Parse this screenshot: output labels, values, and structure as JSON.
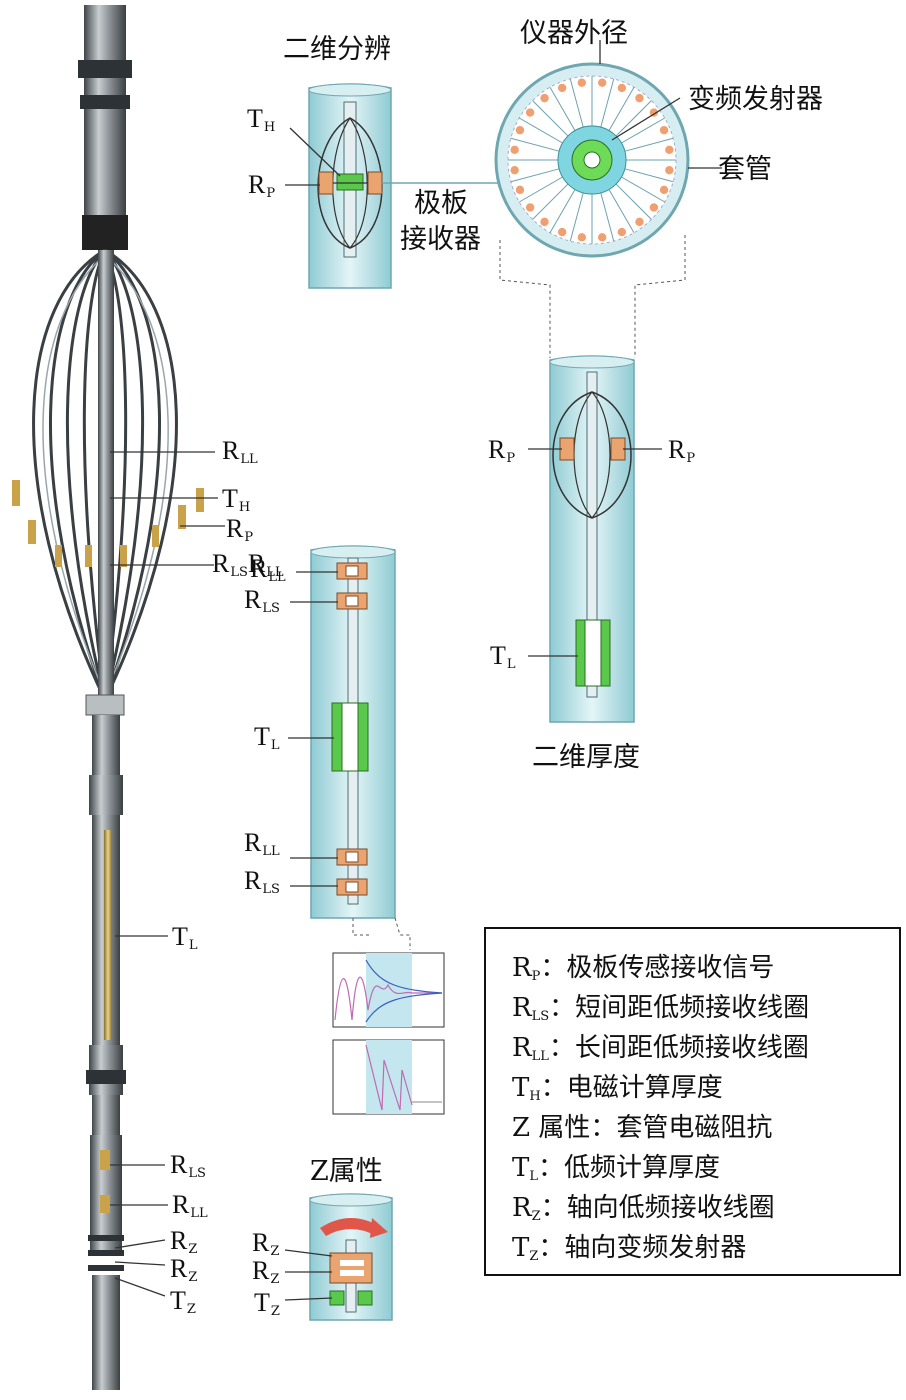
{
  "titles": {
    "two_d_resolution": "二维分辨",
    "tool_od": "仪器外径",
    "vf_transmitter": "变频发射器",
    "casing": "套管",
    "pad_receiver_line1": "极板",
    "pad_receiver_line2": "接收器",
    "two_d_thickness": "二维厚度",
    "z_attribute": "Z属性"
  },
  "labels": {
    "R": "R",
    "T": "T",
    "sub_LL": "LL",
    "sub_H": "H",
    "sub_P": "P",
    "sub_LS": "LS",
    "sub_L": "L",
    "sub_Z": "Z"
  },
  "legend": [
    {
      "sym": "R",
      "sub": "P",
      "text": "：极板传感接收信号"
    },
    {
      "sym": "R",
      "sub": "LS",
      "text": "：短间距低频接收线圈"
    },
    {
      "sym": "R",
      "sub": "LL",
      "text": "：长间距低频接收线圈"
    },
    {
      "sym": "T",
      "sub": "H",
      "text": "：电磁计算厚度"
    },
    {
      "sym": "Z",
      "sub": "",
      "text": " 属性：套管电磁阻抗"
    },
    {
      "sym": "T",
      "sub": "L",
      "text": "：低频计算厚度"
    },
    {
      "sym": "R",
      "sub": "Z",
      "text": "：轴向低频接收线圈"
    },
    {
      "sym": "T",
      "sub": "Z",
      "text": "：轴向变频发射器"
    }
  ],
  "colors": {
    "tube_fill": "#bfe3e8",
    "tube_edge": "#6fa7b0",
    "coil_green": "#5ac84a",
    "coil_orange": "#e9a46f",
    "arrow_red": "#e0574a",
    "tool_metal": "#6d7378"
  }
}
